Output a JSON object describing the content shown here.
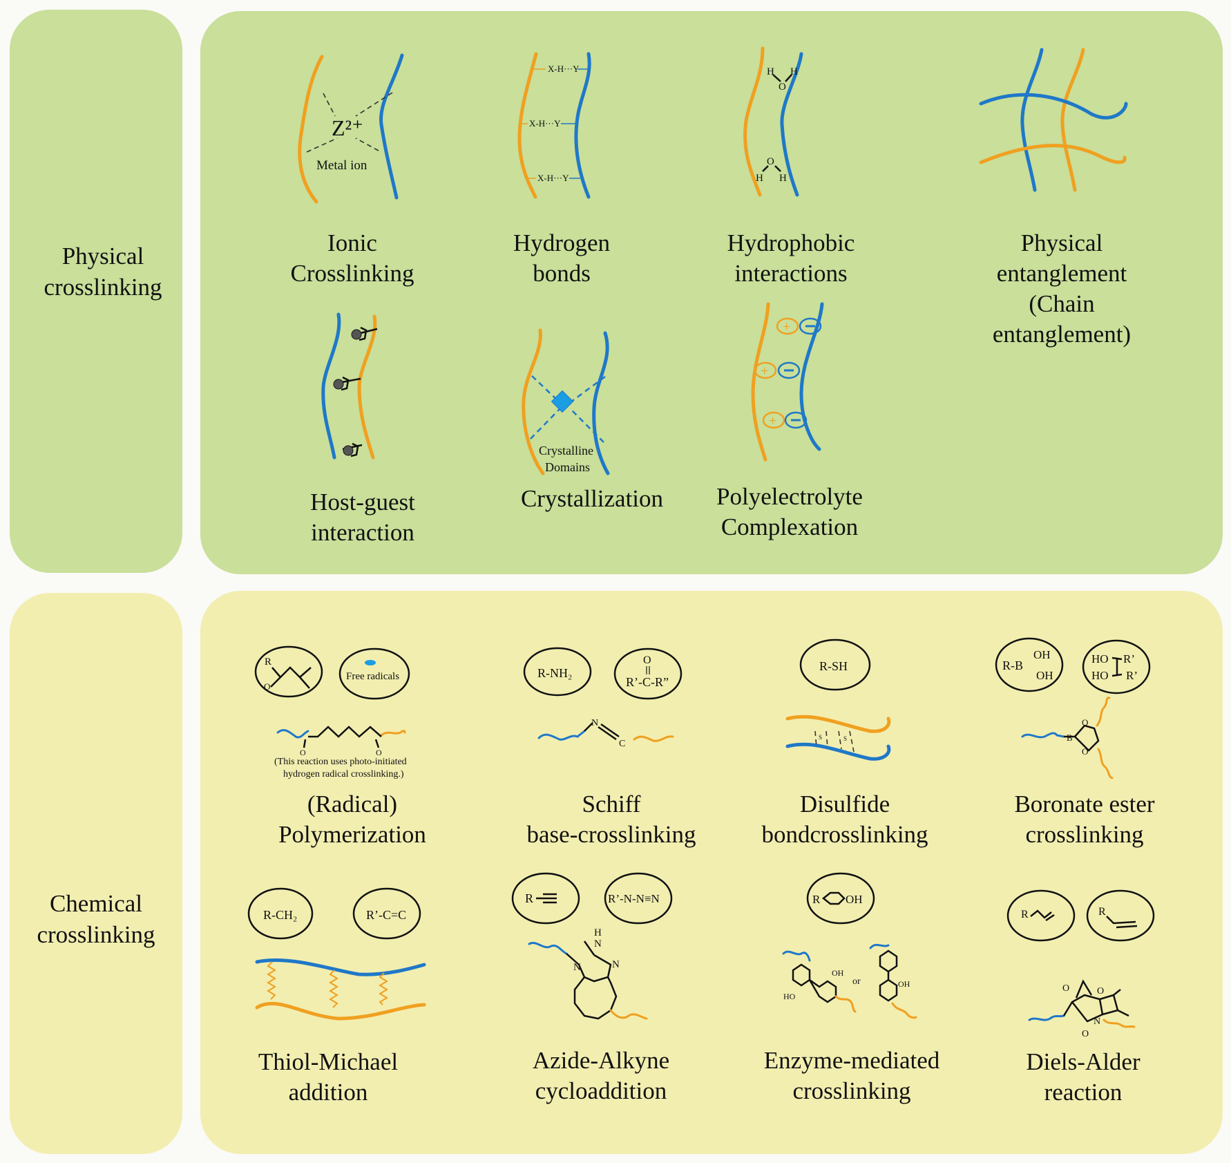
{
  "physical": {
    "label": "Physical\ncrosslinking",
    "items": [
      {
        "caption": "Ionic\nCrosslinking",
        "icon": "ionic-crosslink-icon",
        "labels": {
          "ion": "Z²⁺",
          "sub": "Metal ion"
        }
      },
      {
        "caption": "Hydrogen\nbonds",
        "icon": "hydrogen-bond-icon",
        "labels": {
          "bond": "X-H···Y"
        }
      },
      {
        "caption": "Hydrophobic\ninteractions",
        "icon": "hydrophobic-icon",
        "labels": {
          "h": "H",
          "o": "O"
        }
      },
      {
        "caption": "Physical entanglement\n(Chain entanglement)",
        "icon": "entanglement-icon"
      },
      {
        "caption": "Host-guest\ninteraction",
        "icon": "host-guest-icon"
      },
      {
        "caption": "Crystallization",
        "icon": "crystallization-icon",
        "labels": {
          "l1": "Crystalline",
          "l2": "Domains"
        }
      },
      {
        "caption": "Polyelectrolyte\nComplexation",
        "icon": "polyelectrolyte-icon",
        "labels": {
          "plus": "+",
          "minus": "−"
        }
      }
    ]
  },
  "chemical": {
    "label": "Chemical\ncrosslinking",
    "items": [
      {
        "caption": "(Radical)\nPolymerization",
        "icon": "radical-polymerization-icon",
        "labels": {
          "r": "R",
          "o": "O",
          "free": "Free radicals",
          "note1": "(This reaction uses photo-initiated",
          "note2": "hydrogen radical crosslinking.)"
        }
      },
      {
        "caption": "Schiff\nbase-crosslinking",
        "icon": "schiff-base-icon",
        "labels": {
          "amine": "R-NH₂",
          "o": "O",
          "carbonyl": "R’-C-R”",
          "n": "N",
          "c": "C"
        }
      },
      {
        "caption": "Disulfide\nbondcrosslinking",
        "icon": "disulfide-icon",
        "labels": {
          "thiol": "R-SH",
          "s": "S"
        }
      },
      {
        "caption": "Boronate ester\ncrosslinking",
        "icon": "boronate-ester-icon",
        "labels": {
          "boronic": "R-B",
          "oh": "OH",
          "ho": "HO",
          "rp": "R’",
          "b": "B",
          "o": "O"
        }
      },
      {
        "caption": "Thiol-Michael\naddition",
        "icon": "thiol-michael-icon",
        "labels": {
          "a": "R-CH₂",
          "b": "R’-C=C"
        }
      },
      {
        "caption": "Azide-Alkyne\ncycloaddition",
        "icon": "azide-alkyne-icon",
        "labels": {
          "alkyne": "R",
          "azide": "R’-N-N≡N",
          "h": "H",
          "n": "N"
        }
      },
      {
        "caption": "Enzyme-mediated\ncrosslinking",
        "icon": "enzyme-mediated-icon",
        "labels": {
          "r": "R",
          "oh": "OH",
          "ho": "HO",
          "or": "or"
        }
      },
      {
        "caption": "Diels-Alder\nreaction",
        "icon": "diels-alder-icon",
        "labels": {
          "r": "R",
          "o": "O",
          "n": "N"
        }
      }
    ]
  },
  "colors": {
    "orange": "#f0a020",
    "blue": "#1f78c8",
    "physical_bg": "#c9df9a",
    "chemical_bg": "#f2eeb0"
  }
}
